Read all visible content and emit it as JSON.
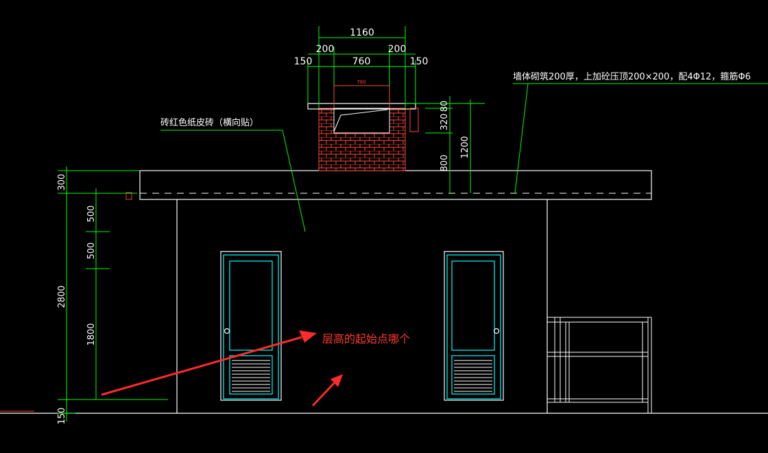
{
  "colors": {
    "background": "#000000",
    "wall": "#ffffff",
    "dimension": "#00ff00",
    "door": "#00ffff",
    "brick": "#ff4a3a",
    "annotation": "#ff2a2a"
  },
  "top_dims": {
    "overall": "1160",
    "left_200": "200",
    "right_200": "200",
    "left_150": "150",
    "center_760": "760",
    "right_150": "150",
    "small_760": "760"
  },
  "right_dims": {
    "d80": "80",
    "d320": "320",
    "d800": "800",
    "d1200": "1200"
  },
  "left_dims": {
    "d300": "300",
    "d2800": "2800",
    "d150": "150",
    "d500a": "500",
    "d500b": "500",
    "d1800": "1800"
  },
  "notes": {
    "brick_note": "砖红色纸皮砖（横向贴）",
    "wall_note": "墙体砌筑200厚，上加砼压顶200×200，配4Φ12，箍筋Φ6"
  },
  "question": "层高的起始点哪个"
}
